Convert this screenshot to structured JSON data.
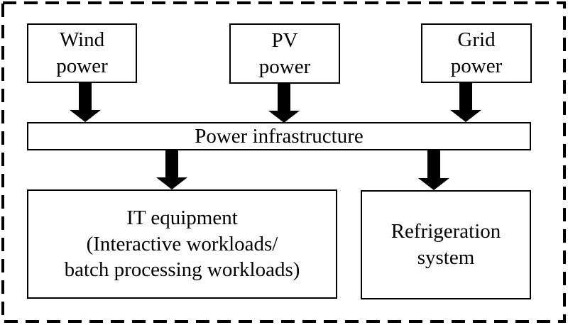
{
  "figure": {
    "background": "#ffffff",
    "ink": "#000000",
    "border_style": "dashed"
  },
  "nodes": {
    "wind_power": {
      "label": "Wind\npower"
    },
    "pv_power": {
      "label": "PV\npower"
    },
    "grid_power": {
      "label": "Grid\npower"
    },
    "power_infrastructure": {
      "label": "Power infrastructure"
    },
    "it_equipment": {
      "label": "IT equipment\n(Interactive workloads/\nbatch processing workloads)"
    },
    "refrigeration_system": {
      "label": "Refrigeration\nsystem"
    }
  },
  "connections": [
    {
      "from": "wind_power",
      "to": "power_infrastructure",
      "icon": "down-arrow"
    },
    {
      "from": "pv_power",
      "to": "power_infrastructure",
      "icon": "down-arrow"
    },
    {
      "from": "grid_power",
      "to": "power_infrastructure",
      "icon": "down-arrow"
    },
    {
      "from": "power_infrastructure",
      "to": "it_equipment",
      "icon": "down-arrow"
    },
    {
      "from": "power_infrastructure",
      "to": "refrigeration_system",
      "icon": "down-arrow"
    }
  ]
}
